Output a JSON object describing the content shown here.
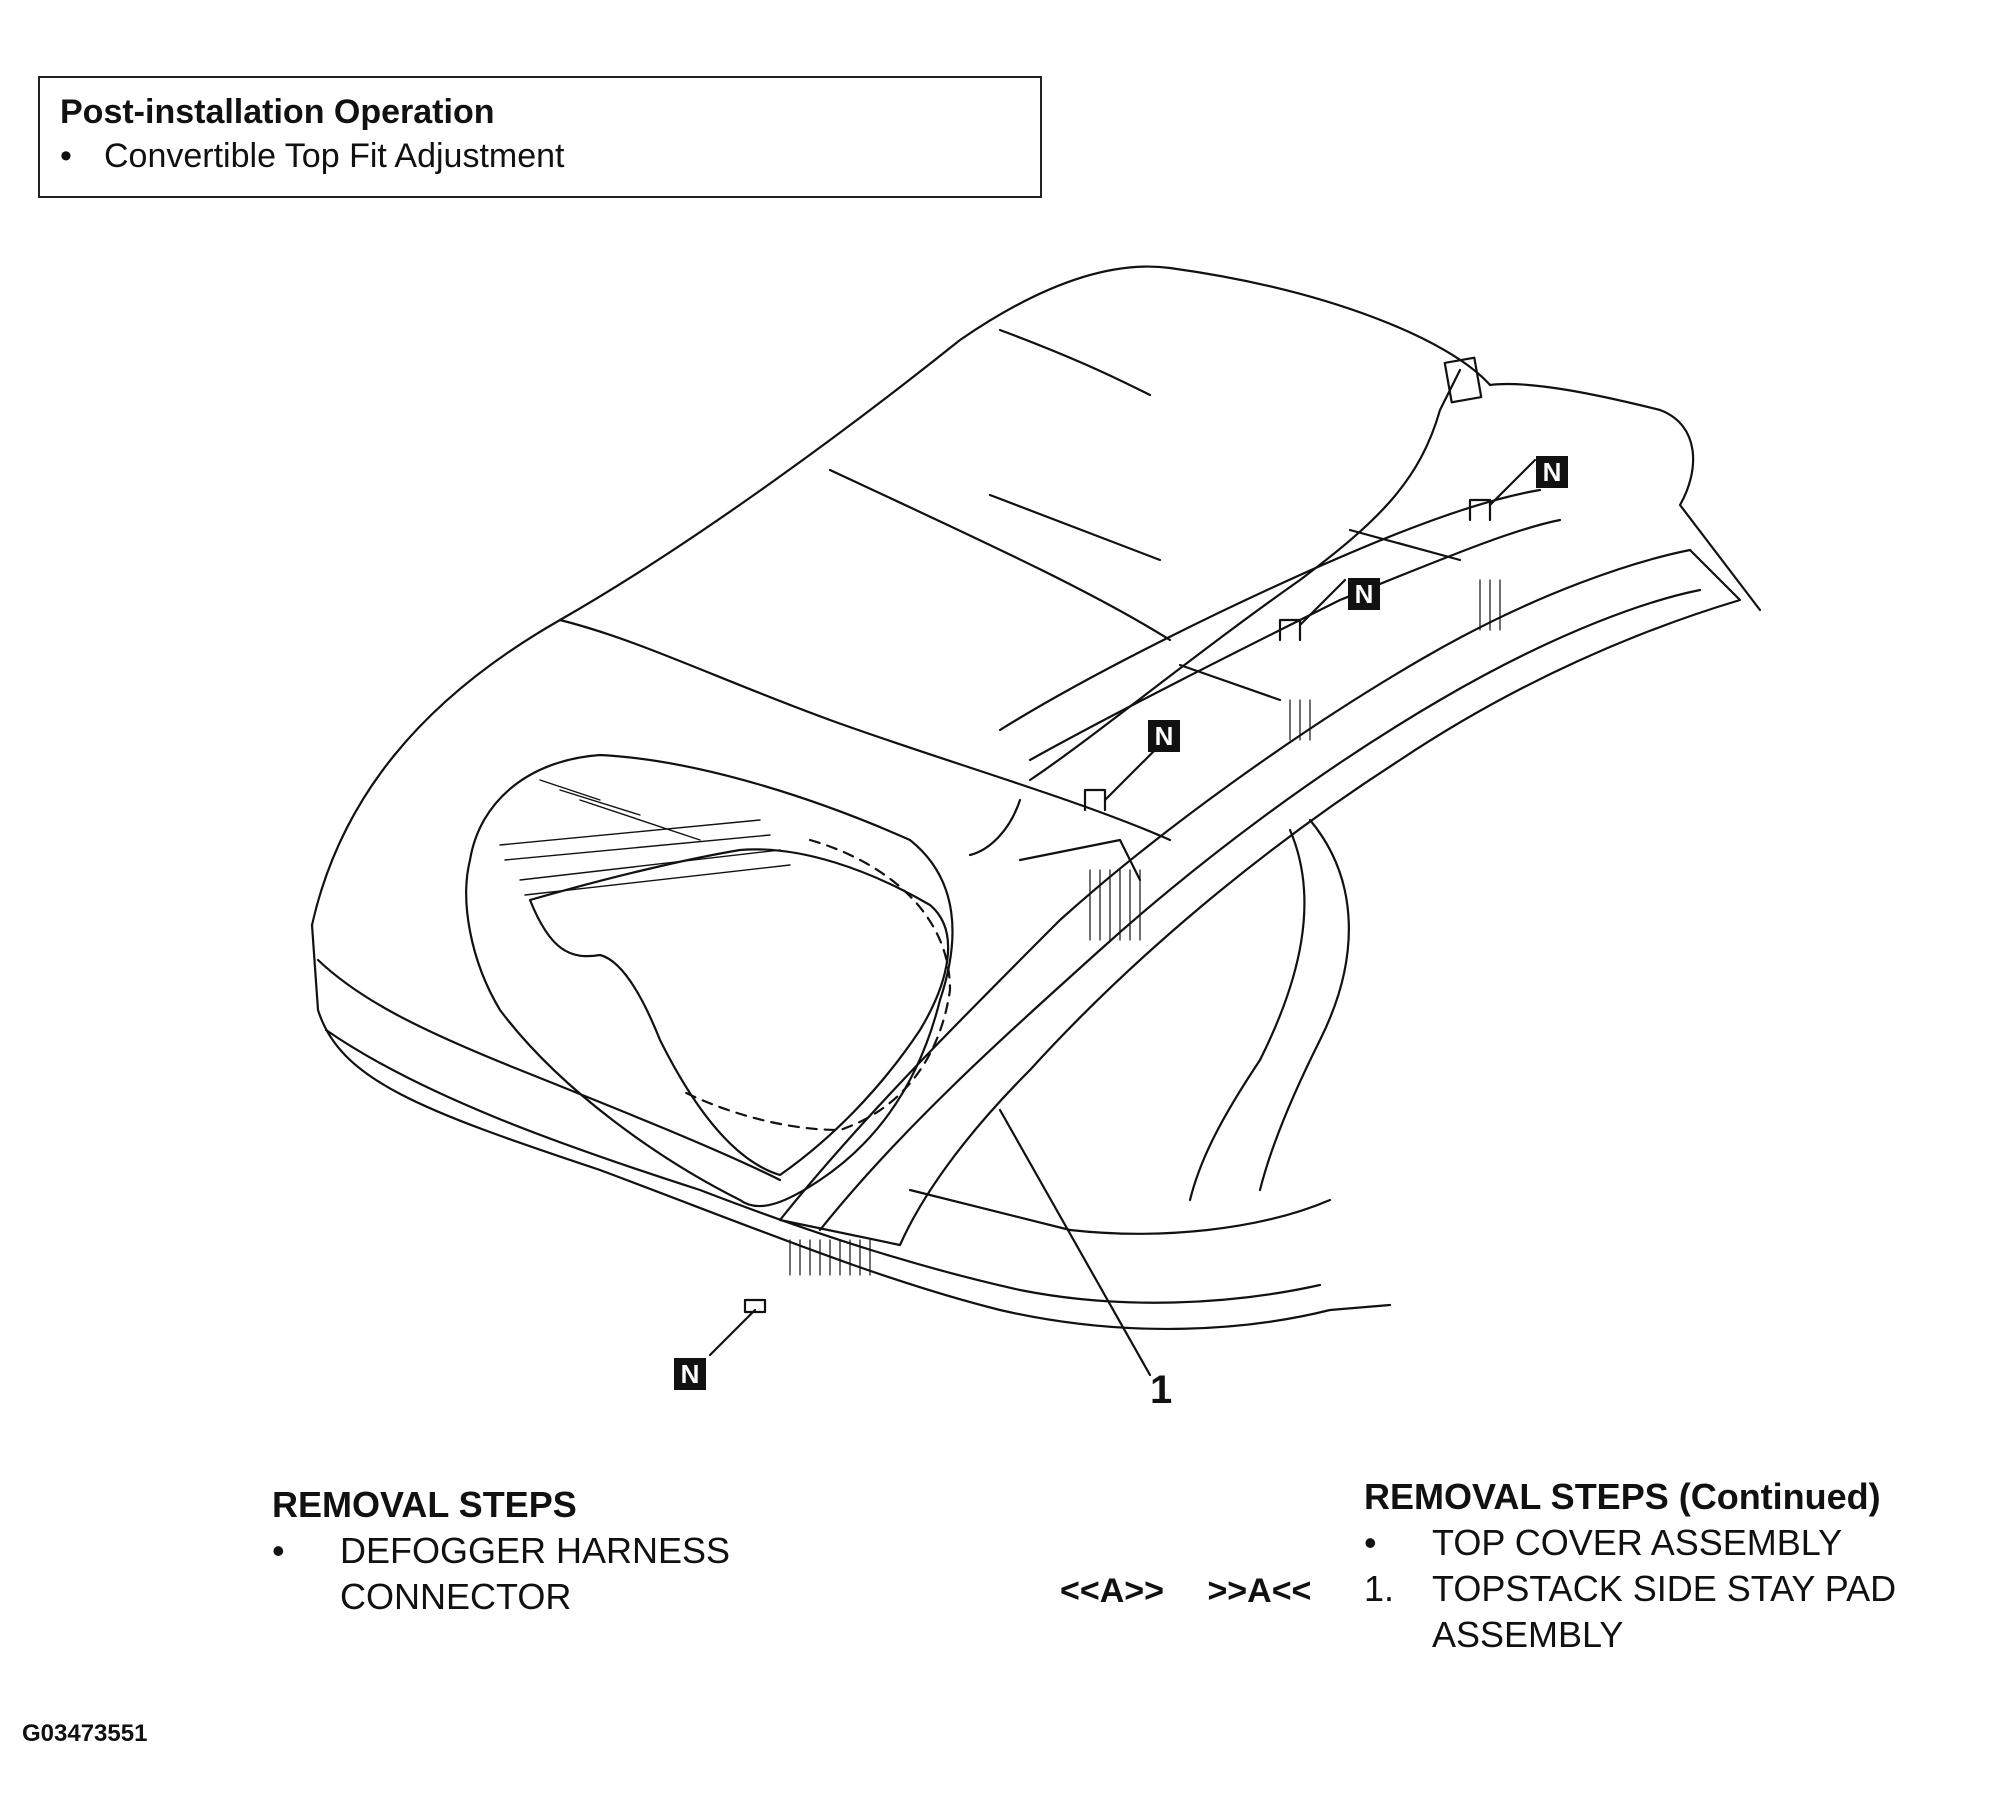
{
  "post_installation": {
    "title": "Post-installation Operation",
    "items": [
      "Convertible Top Fit Adjustment"
    ]
  },
  "callouts": {
    "n_label": "N",
    "part_number": "1"
  },
  "removal_steps": {
    "title": "REMOVAL STEPS",
    "items": [
      {
        "mark": "•",
        "text": "DEFOGGER HARNESS CONNECTOR"
      }
    ]
  },
  "removal_steps_continued": {
    "title": "REMOVAL STEPS (Continued)",
    "items": [
      {
        "mark": "•",
        "text": "TOP COVER ASSEMBLY"
      },
      {
        "mark": "1.",
        "text": "TOPSTACK SIDE STAY PAD ASSEMBLY"
      }
    ]
  },
  "service_points": {
    "removal": "<<A>>",
    "installation": ">>A<<"
  },
  "figure_id": "G03473551"
}
